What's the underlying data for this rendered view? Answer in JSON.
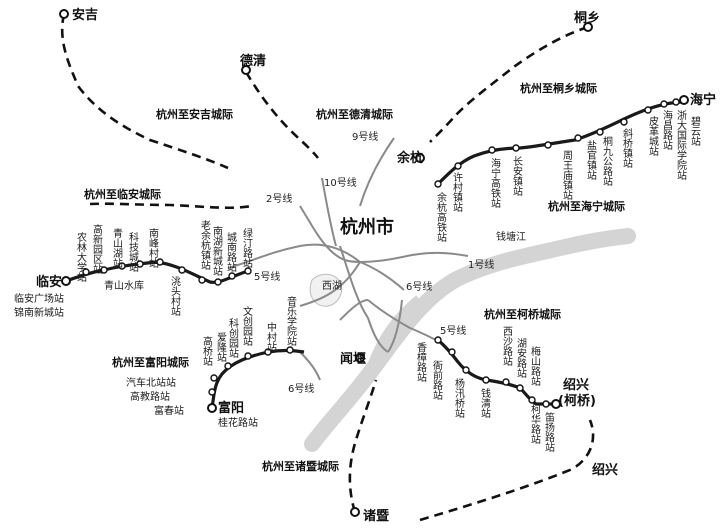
{
  "map_title": "杭州市",
  "cities": {
    "anji": "安吉",
    "tongxiang": "桐乡",
    "deqing": "德清",
    "haining": "海宁",
    "yuhang": "余杭",
    "linan": "临安",
    "fuyang": "富阳",
    "wenyan": "闻堰",
    "shaoxing": "绍兴",
    "shaoxing_keqiao_1": "绍兴",
    "shaoxing_keqiao_2": "(柯桥)",
    "zhuji": "诸暨"
  },
  "map_labels": {
    "xihu": "西湖",
    "qingshan_reservoir": "青山水库",
    "qiantang_river": "钱塘江"
  },
  "intercity_lines": {
    "anji": "杭州至安吉城际",
    "deqing": "杭州至德清城际",
    "tongxiang": "杭州至桐乡城际",
    "linan": "杭州至临安城际",
    "haining": "杭州至海宁城际",
    "keqiao": "杭州至柯桥城际",
    "fuyang": "杭州至富阳城际",
    "zhuji": "杭州至诸暨城际"
  },
  "metro_lines": {
    "l1": "1号线",
    "l2": "2号线",
    "l5a": "5号线",
    "l5b": "5号线",
    "l6a": "6号线",
    "l6b": "6号线",
    "l9": "9号线",
    "l10": "10号线"
  },
  "stations": {
    "linan_square": "临安广场站",
    "jinnan_xincheng": "锦南新城站",
    "nonglin_univ": "农林大学站",
    "gaoxin_park": "高新园区站",
    "qingshanhu": "青山湖站",
    "keji_city": "科技城站",
    "nanfeng": "南峰村站",
    "yaotou": "洮头村站",
    "laoyuhang": "老余杭镇站",
    "nanhu_xincheng": "南湖新城站",
    "chengnan_road": "城南路站",
    "lvding_road": "绿汀路站",
    "yuhang_hsr": "余杭高铁站",
    "xucun": "许村镇站",
    "haining_hsr": "海宁高铁站",
    "changan": "长安镇站",
    "zhouwangmiao": "周王庙镇站",
    "yanguan": "盐官镇站",
    "tongjiu_road": "桐九公路站",
    "xieqiao": "斜桥镇站",
    "piqie": "皮革城站",
    "haichang": "海昌路站",
    "zheda_intl": "浙大国际学院站",
    "biyun": "碧云站",
    "wenchuang": "文创园站",
    "yinle": "音乐学院站",
    "zhongcun": "中村站",
    "kexue": "科创园站",
    "aihuang": "爱隆站",
    "gaoqiao": "高桥站",
    "qiche_north": "汽车北站站",
    "gaojiao_road": "高教路站",
    "fuchun": "富春站",
    "guihua_road": "桂花路站",
    "xiangshu_road": "香樟路站",
    "jieqian_road": "衙前路站",
    "yangxun_bridge": "杨汛桥站",
    "qianqing": "钱清站",
    "xisha_road": "西沙路站",
    "huan_road": "湖安路站",
    "keqiao_hsr": "柯华路站",
    "shenshan_road": "梅山路站",
    "zhuyang_road": "笛扬路站"
  },
  "colors": {
    "line": "#1a1a1a",
    "dashed": "#111111",
    "metro": "#8a8a8a",
    "river": "#cfcfcf",
    "water": "#9a9a9a"
  }
}
